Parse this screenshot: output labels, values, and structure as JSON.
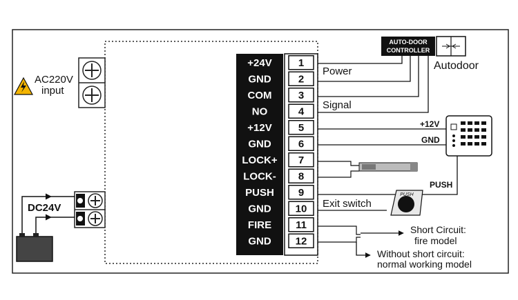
{
  "terminals": [
    {
      "label": "+24V",
      "num": "1"
    },
    {
      "label": "GND",
      "num": "2"
    },
    {
      "label": "COM",
      "num": "3"
    },
    {
      "label": "NO",
      "num": "4"
    },
    {
      "label": "+12V",
      "num": "5"
    },
    {
      "label": "GND",
      "num": "6"
    },
    {
      "label": "LOCK+",
      "num": "7"
    },
    {
      "label": "LOCK-",
      "num": "8"
    },
    {
      "label": "PUSH",
      "num": "9"
    },
    {
      "label": "GND",
      "num": "10"
    },
    {
      "label": "FIRE",
      "num": "11"
    },
    {
      "label": "GND",
      "num": "12"
    }
  ],
  "labels": {
    "ac_line1": "AC220V",
    "ac_line2": "input",
    "dc": "DC24V",
    "controller_line1": "AUTO-DOOR",
    "controller_line2": "CONTROLLER",
    "autodoor": "Autodoor",
    "power": "Power",
    "signal": "Signal",
    "keypad_12v": "+12V",
    "keypad_gnd": "GND",
    "push_wire": "PUSH",
    "push_button": "PUSH",
    "exit_switch": "Exit switch",
    "short_line1": "Short Circuit:",
    "short_line2": "fire model",
    "without_line1": "Without short circuit:",
    "without_line2": "normal working model"
  }
}
